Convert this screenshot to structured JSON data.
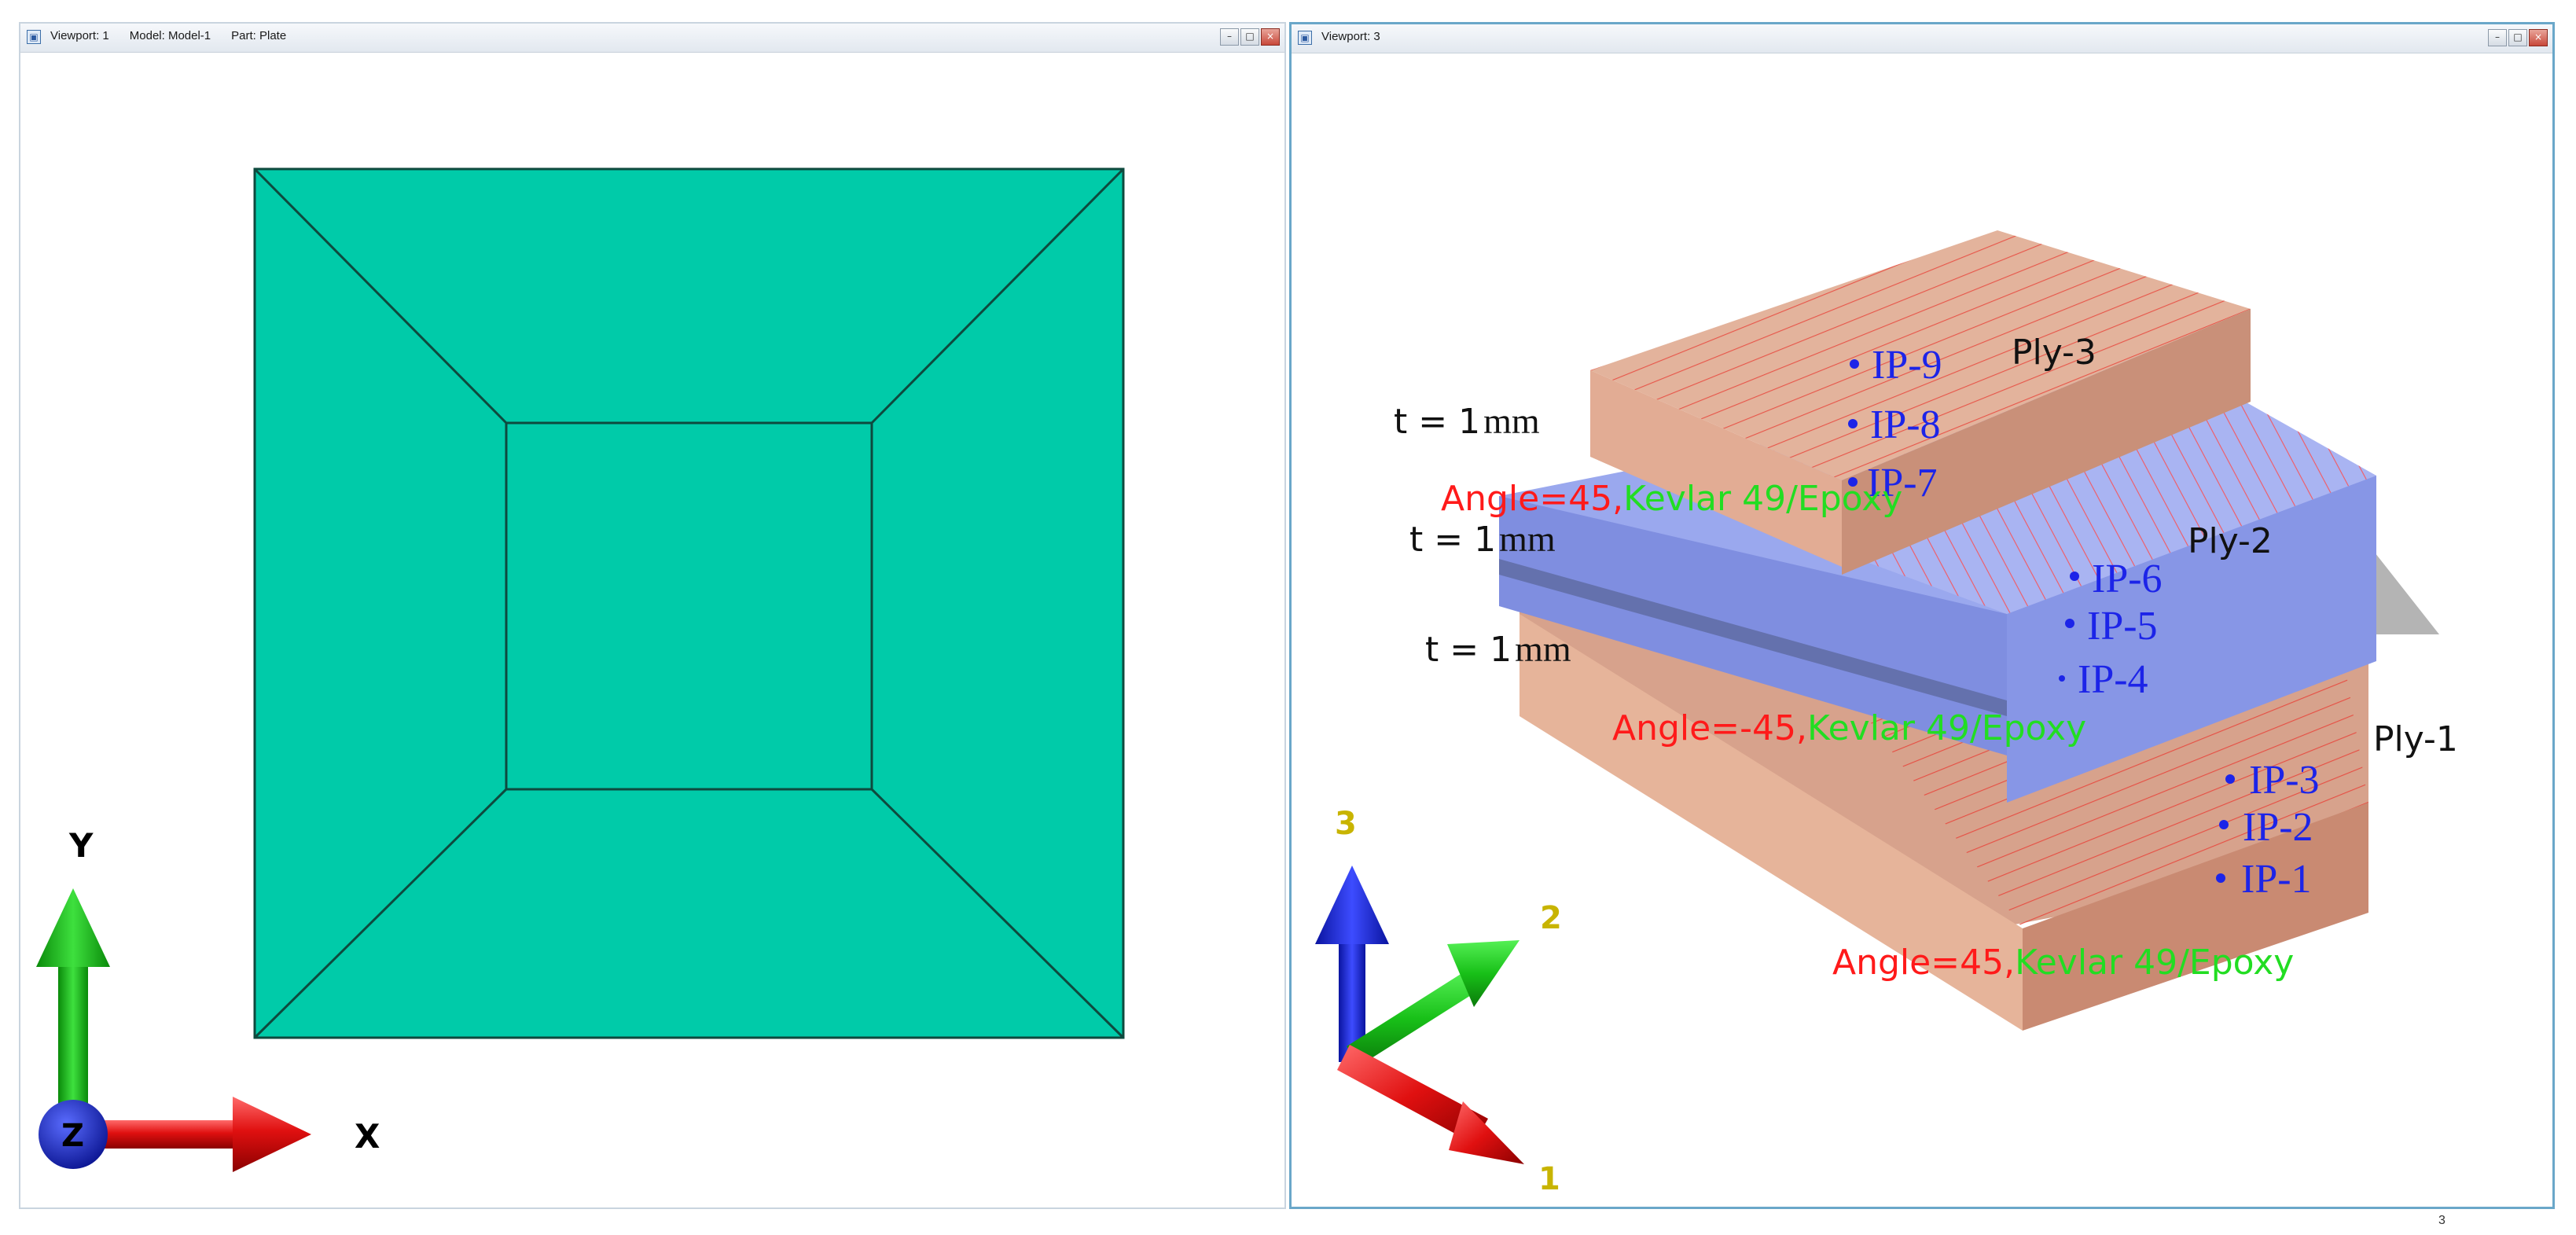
{
  "viewport1": {
    "title": {
      "viewport": "Viewport: 1",
      "model": "Model: Model-1",
      "part": "Part: Plate"
    },
    "axes": {
      "x": "X",
      "y": "Y",
      "z": "Z"
    },
    "colors": {
      "plate": "#00cba9",
      "x_axis": "#e01010",
      "y_axis": "#10c010",
      "z_axis": "#1a2fd0"
    }
  },
  "viewport3": {
    "title": "Viewport: 3",
    "axes": {
      "a1": "1",
      "a2": "2",
      "a3": "3"
    },
    "plies": {
      "ply1": "Ply-1",
      "ply2": "Ply-2",
      "ply3": "Ply-3"
    },
    "thickness": {
      "t3": {
        "eq": "t = 1",
        "unit": "mm"
      },
      "t2": {
        "eq": "t = 1",
        "unit": "mm"
      },
      "t1": {
        "eq": "t = 1",
        "unit": "mm"
      }
    },
    "angles": {
      "ply3": {
        "angle": "Angle=45,",
        "material": "Kevlar 49/Epoxy"
      },
      "ply2": {
        "angle": "Angle=-45,",
        "material": "Kevlar 49/Epoxy"
      },
      "ply1": {
        "angle": "Angle=45,",
        "material": "Kevlar 49/Epoxy"
      }
    },
    "ips": [
      "IP-1",
      "IP-2",
      "IP-3",
      "IP-4",
      "IP-5",
      "IP-6",
      "IP-7",
      "IP-8",
      "IP-9"
    ],
    "colors": {
      "orange": "#e0a98c",
      "blue": "#8c9ee8",
      "angle_text": "#ff1a1a",
      "material_text": "#22dd22",
      "ip_text": "#1c24e8",
      "axis_label": "#c8b400"
    }
  },
  "corner_mark": "3"
}
